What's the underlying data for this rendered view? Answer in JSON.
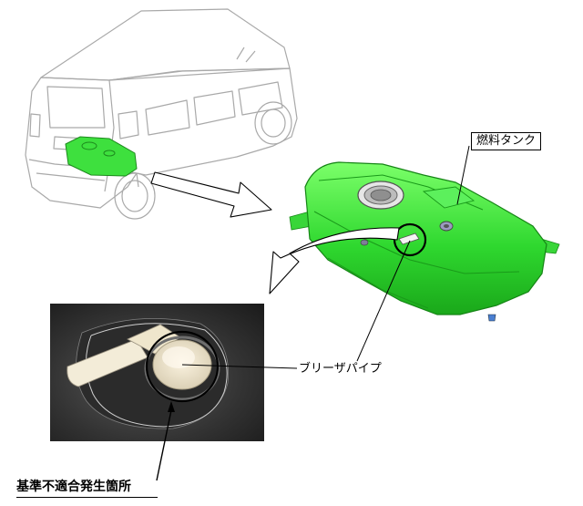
{
  "labels": {
    "fuel_tank": "燃料タンク",
    "breather_pipe": "ブリーザパイプ",
    "nonconformity_location": "基準不適合発生箇所"
  },
  "colors": {
    "tank_green": "#33e033",
    "outline_gray": "#9a9a9a",
    "photo_dark": "#3a3a3a"
  }
}
